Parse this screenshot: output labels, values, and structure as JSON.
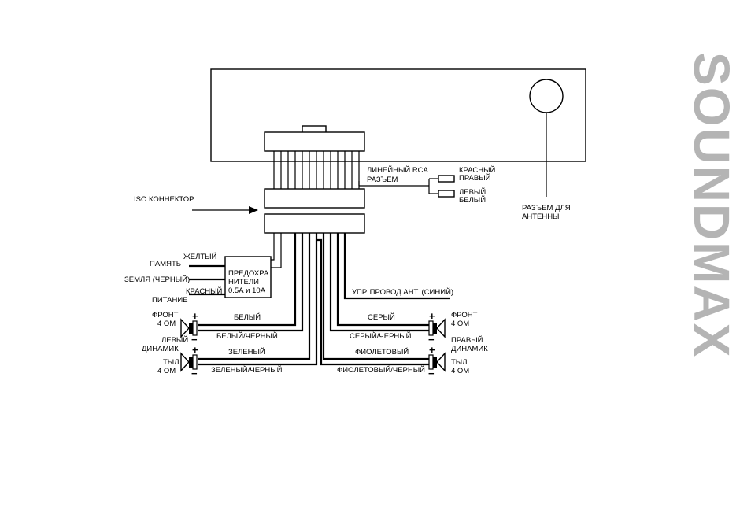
{
  "brand": {
    "name": "SOUNDMAX",
    "color": "#b4b4b4"
  },
  "connectors": {
    "iso": "ISO КОННЕКТОР",
    "line_rca": [
      "ЛИНЕЙНЫЙ RCA",
      "РАЗЪЕМ"
    ],
    "rca_right": [
      "КРАСНЫЙ",
      "ПРАВЫЙ"
    ],
    "rca_left": [
      "ЛЕВЫЙ",
      "БЕЛЫЙ"
    ],
    "antenna": [
      "РАЗЪЕМ ДЛЯ",
      "АНТЕННЫ"
    ]
  },
  "fuse": {
    "lines": [
      "ПРЕДОХРА",
      "НИТЕЛИ",
      "0.5А и 10А"
    ]
  },
  "power": {
    "yellow": "ЖЕЛТЫЙ",
    "memory": "ПАМЯТЬ",
    "ground": "ЗЕМЛЯ (ЧЕРНЫЙ)",
    "red": "КРАСНЫЙ",
    "supply": "ПИТАНИЕ"
  },
  "antenna_control": "УПР. ПРОВОД АНТ. (СИНИЙ)",
  "left_speakers": {
    "front": [
      "ФРОНТ",
      "4 ОМ"
    ],
    "group": [
      "ЛЕВЫЙ",
      "ДИНАМИК"
    ],
    "rear": [
      "ТЫЛ",
      "4 ОМ"
    ],
    "wires": [
      "БЕЛЫЙ",
      "БЕЛЫЙ/ЧЕРНЫЙ",
      "ЗЕЛЕНЫЙ",
      "ЗЕЛЕНЫЙ/ЧЕРНЫЙ"
    ]
  },
  "right_speakers": {
    "front": [
      "ФРОНТ",
      "4 ОМ"
    ],
    "group": [
      "ПРАВЫЙ",
      "ДИНАМИК"
    ],
    "rear": [
      "ТЫЛ",
      "4 ОМ"
    ],
    "wires": [
      "СЕРЫЙ",
      "СЕРЫЙ/ЧЕРНЫЙ",
      "ФИОЛЕТОВЫЙ",
      "ФИОЛЕТОВЫЙ/ЧЕРНЫЙ"
    ]
  },
  "polarity": {
    "plus": "+",
    "minus": "−"
  }
}
